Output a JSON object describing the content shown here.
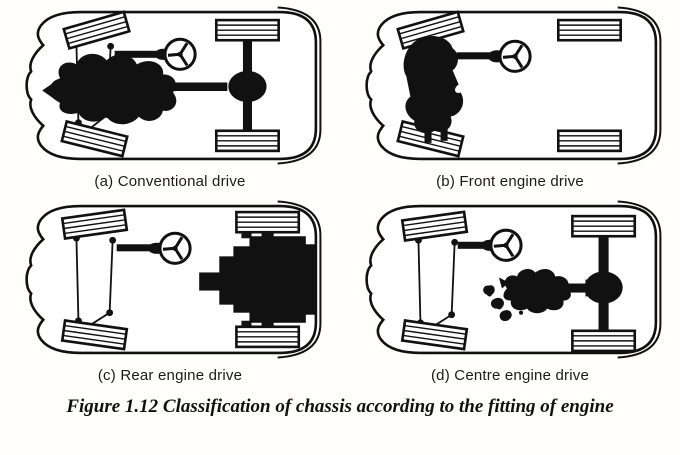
{
  "figure": {
    "caption": "Figure 1.12 Classification of chassis according to the fitting of engine",
    "ink_color": "#111111",
    "background_color": "#ffffff",
    "panels": [
      {
        "key": "a",
        "label": "(a) Conventional drive",
        "engine_position": "front",
        "components": [
          "chassis-outline",
          "front-wheels-steered",
          "steering-linkage",
          "engine-silhouette",
          "steering-wheel",
          "propeller-shaft",
          "differential",
          "rear-axle",
          "rear-wheels"
        ]
      },
      {
        "key": "b",
        "label": "(b) Front engine drive",
        "engine_position": "front",
        "components": [
          "chassis-outline",
          "front-wheels-steered",
          "transverse-engine-silhouette",
          "steering-wheel",
          "rear-wheels"
        ]
      },
      {
        "key": "c",
        "label": "(c) Rear engine drive",
        "engine_position": "rear",
        "components": [
          "chassis-outline",
          "front-wheels",
          "steering-linkage",
          "steering-wheel",
          "rear-engine-block",
          "rear-wheels"
        ]
      },
      {
        "key": "d",
        "label": "(d) Centre engine drive",
        "engine_position": "centre",
        "components": [
          "chassis-outline",
          "front-wheels",
          "steering-linkage",
          "steering-wheel",
          "mid-engine-silhouette",
          "propeller-shaft",
          "differential",
          "rear-axle",
          "rear-wheels"
        ]
      }
    ]
  }
}
